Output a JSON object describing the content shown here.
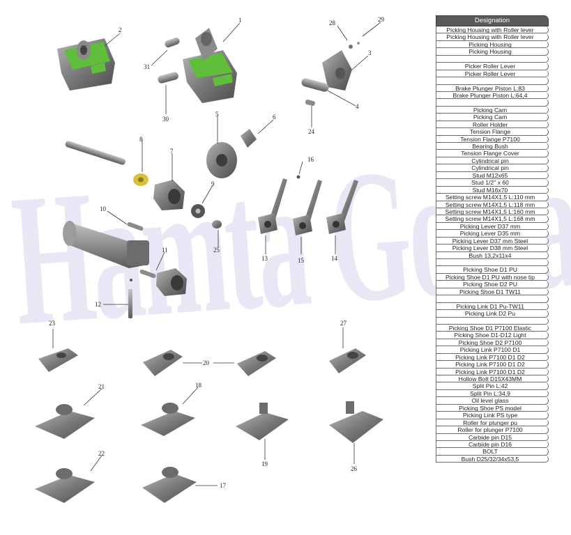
{
  "watermark": "Hamta Gostar",
  "table": {
    "header": "Designation",
    "rows": [
      "Picking Housing with Roller lever",
      "Picking Housing with Roller lever",
      "Picking Housing",
      "Picking Housing",
      "",
      "Picker Roller Lever",
      "Picker Roller Lever",
      "",
      "Brake Plunger Piston L:83",
      "Brake Plunger Piston L:64,4",
      "",
      "Picking Cam",
      "Picking Cam",
      "Roller Holder",
      "Tension Flange",
      "Tension Flange  P7100",
      "Bearing Bush",
      "Tension Flange Cover",
      "Cylindrical pin",
      "Cylindrical pin",
      "Stud M12x65",
      "Stud 1/2\" x 60",
      "Stud M16x70",
      "Setting screw M14X1,5 L:110 mm",
      "Setting screw M14X1,5 L:118 mm",
      "Setting screw M14X1,5 L:160 mm",
      "Setting screw M14X1,5 L:168 mm",
      "Picking Lever D37 mm",
      "Picking Lever D35 mm",
      "Picking Lever D37 mm Steel",
      "Picking Lever D38 mm Steel",
      "Bush 13,2x11x4",
      "",
      "Picking Shoe D1 PU",
      "Picking Shoe D1 PU with nose tip",
      "Picking Shoe D2 PU",
      "Picking Shoe D1 TW11",
      "",
      "Picking Link D1 Pu-TW11",
      "Picking Link D2 Pu",
      "",
      "Picking Shoe D1 P7100 Elastic",
      "Picking Shoe D1-D12 Light",
      "Picking Shoe D2 P7100",
      "Picking Link P7100 D1",
      "Picking Link P7100 D1 D2",
      "Picking Link P7100 D1 D2",
      "Picking Link P7100 D1 D2",
      "Hollow Bolt D15X43MM",
      "Split Pin L:42",
      "Split Pin L:34,9",
      "Oil level glass",
      "Picking Shoe PS model",
      "Picking Link PS type",
      "Roller for plunger pu",
      "Roller for plunger P7100",
      "Carbide pin D15",
      "Carbide pin D16",
      "BOLT",
      "Bush D25/32/34x53,5"
    ]
  },
  "callouts": {
    "n1": "1",
    "n2": "2",
    "n3": "3",
    "n4": "4",
    "n5": "5",
    "n6": "6",
    "n7": "7",
    "n8": "8",
    "n9": "9",
    "n10": "10",
    "n11": "11",
    "n12": "12",
    "n13": "13",
    "n14": "14",
    "n15": "15",
    "n16": "16",
    "n17": "17",
    "n18": "18",
    "n19": "19",
    "n20": "20",
    "n21": "21",
    "n22": "22",
    "n23": "23",
    "n24": "24",
    "n25": "25",
    "n26": "26",
    "n27": "27",
    "n28": "28",
    "n29": "29",
    "n30": "30",
    "n31": "31"
  },
  "colors": {
    "part_gray": "#7d7d7d",
    "part_dark": "#555555",
    "accent_green": "#5fbf3a",
    "bush_yellow": "#d9c23a"
  }
}
